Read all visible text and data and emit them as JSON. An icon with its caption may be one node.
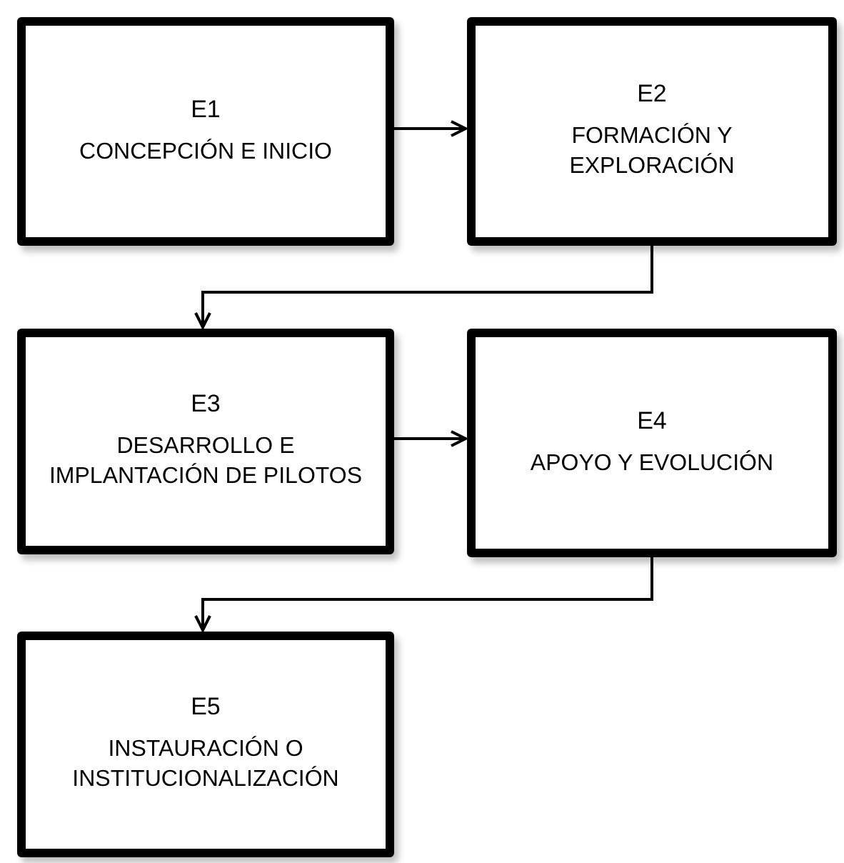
{
  "diagram": {
    "nodes": [
      {
        "text": [
          "E1",
          "CONCEPCIÓN E INICIO"
        ]
      },
      {
        "text": [
          "E2",
          "FORMACIÓN Y EXPLORACIÓN"
        ]
      },
      {
        "text": [
          "E3",
          "DESARROLLO E IMPLANTACIÓN DE PILOTOS"
        ]
      },
      {
        "text": [
          "E4",
          "APOYO Y EVOLUCIÓN"
        ]
      },
      {
        "text": [
          "E5",
          "INSTAURACIÓN O INSTITUCIONALIZACIÓN"
        ]
      }
    ],
    "edges": [
      {
        "from": 0,
        "to": 1,
        "arrow": "to"
      },
      {
        "from": 1,
        "to": 2,
        "arrow": "to"
      },
      {
        "from": 2,
        "to": 3,
        "arrow": "to"
      },
      {
        "from": 3,
        "to": 4,
        "arrow": "to"
      }
    ]
  }
}
